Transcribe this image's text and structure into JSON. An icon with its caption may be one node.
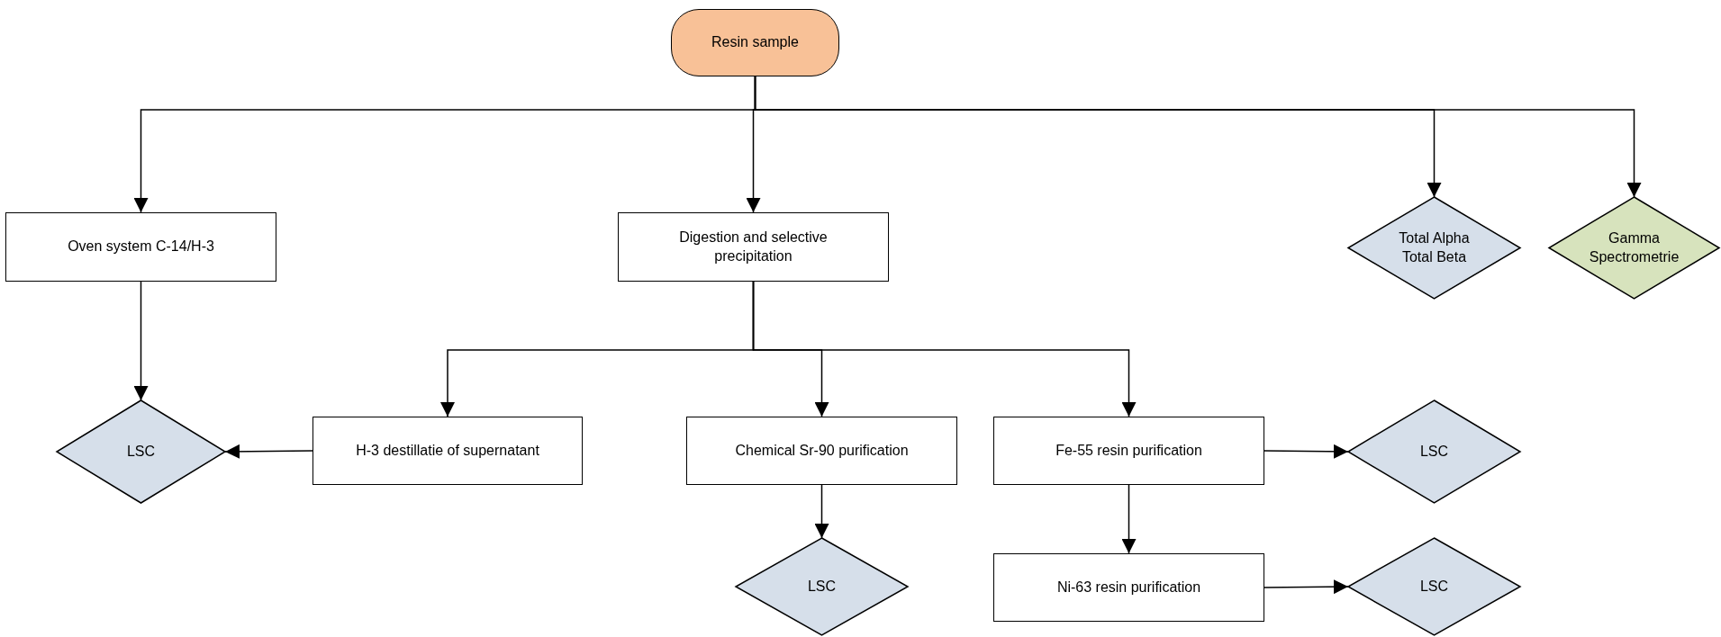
{
  "diagram": {
    "nodes": [
      {
        "text": [
          "Resin sample"
        ]
      },
      {
        "text": [
          "Oven system C-14/H-3"
        ]
      },
      {
        "text": [
          "Digestion and selective precipitation"
        ]
      },
      {
        "text": [
          "Total Alpha Total Beta"
        ]
      },
      {
        "text": [
          "Gamma Spectrometrie"
        ]
      },
      {
        "text": [
          "LSC"
        ]
      },
      {
        "text": [
          "H-3 destillatie of supernatant"
        ]
      },
      {
        "text": [
          "Chemical Sr-90 purification"
        ]
      },
      {
        "text": [
          "Fe-55 resin purification"
        ]
      },
      {
        "text": [
          "LSC"
        ]
      },
      {
        "text": [
          "LSC"
        ]
      },
      {
        "text": [
          "Ni-63 resin purification"
        ]
      },
      {
        "text": [
          "LSC"
        ]
      }
    ],
    "edges": [
      {
        "from": 0,
        "to": 1,
        "arrow": "to"
      },
      {
        "from": 0,
        "to": 2,
        "arrow": "to"
      },
      {
        "from": 0,
        "to": 3,
        "arrow": "to"
      },
      {
        "from": 0,
        "to": 4,
        "arrow": "to"
      },
      {
        "from": 1,
        "to": 5,
        "arrow": "to"
      },
      {
        "from": 2,
        "to": 6,
        "arrow": "to"
      },
      {
        "from": 2,
        "to": 7,
        "arrow": "to"
      },
      {
        "from": 2,
        "to": 8,
        "arrow": "to"
      },
      {
        "from": 6,
        "to": 5,
        "arrow": "to"
      },
      {
        "from": 8,
        "to": 9,
        "arrow": "to"
      },
      {
        "from": 7,
        "to": 10,
        "arrow": "to"
      },
      {
        "from": 8,
        "to": 11,
        "arrow": "to"
      },
      {
        "from": 11,
        "to": 12,
        "arrow": "to"
      }
    ]
  }
}
